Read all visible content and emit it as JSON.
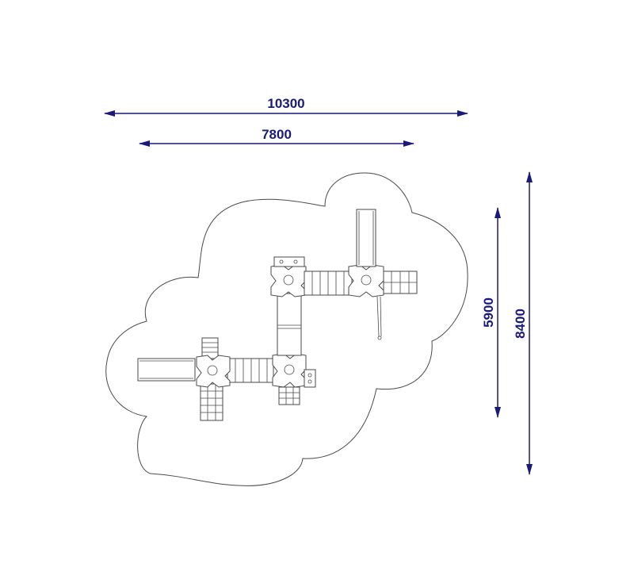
{
  "dimensions": {
    "overall_width": "10300",
    "equipment_width": "7800",
    "equipment_depth": "5900",
    "overall_depth": "8400"
  },
  "colors": {
    "dimension": "#1a1a7a",
    "outline": "#4a4a4a"
  }
}
